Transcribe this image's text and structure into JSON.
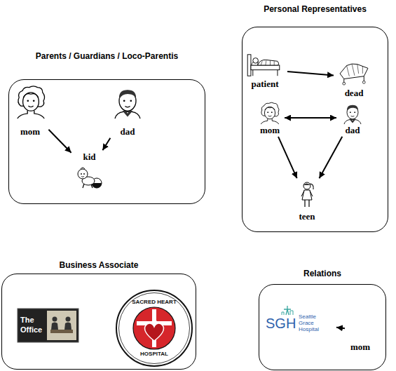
{
  "diagram": {
    "nodes": [
      {
        "text": [
          "Parents / Guardians / Loco-Parentis"
        ]
      },
      {
        "text": [
          "mom"
        ],
        "in": 0
      },
      {
        "text": [
          "dad"
        ],
        "in": 0
      },
      {
        "text": [
          "kid"
        ],
        "in": 0
      },
      {
        "text": [
          "Personal Representatives"
        ]
      },
      {
        "text": [
          "patient"
        ],
        "in": 4
      },
      {
        "text": [
          "dead"
        ],
        "in": 4
      },
      {
        "text": [
          "mom"
        ],
        "in": 4
      },
      {
        "text": [
          "dad"
        ],
        "in": 4
      },
      {
        "text": [
          "teen"
        ],
        "in": 4
      },
      {
        "text": [
          "Business Associate"
        ]
      },
      {
        "text": [
          "The Office"
        ],
        "in": 10
      },
      {
        "text": [
          "SACRED HEART",
          "HOSPITAL"
        ],
        "in": 10
      },
      {
        "text": [
          "Relations"
        ]
      },
      {
        "text": [
          "SGH",
          "Seattle Grace Hospital"
        ],
        "in": 13
      },
      {
        "text": [
          "mom"
        ],
        "in": 13
      }
    ],
    "edges": [
      {
        "from": 1,
        "to": 3,
        "arrow": "to"
      },
      {
        "from": 2,
        "to": 3,
        "arrow": "to"
      },
      {
        "from": 5,
        "to": 6,
        "arrow": "to"
      },
      {
        "from": 7,
        "to": 8,
        "arrow": "both"
      },
      {
        "from": 7,
        "to": 9,
        "arrow": "to"
      },
      {
        "from": 8,
        "to": 9,
        "arrow": "to"
      },
      {
        "from": 15,
        "to": 14,
        "arrow": "to"
      }
    ]
  }
}
